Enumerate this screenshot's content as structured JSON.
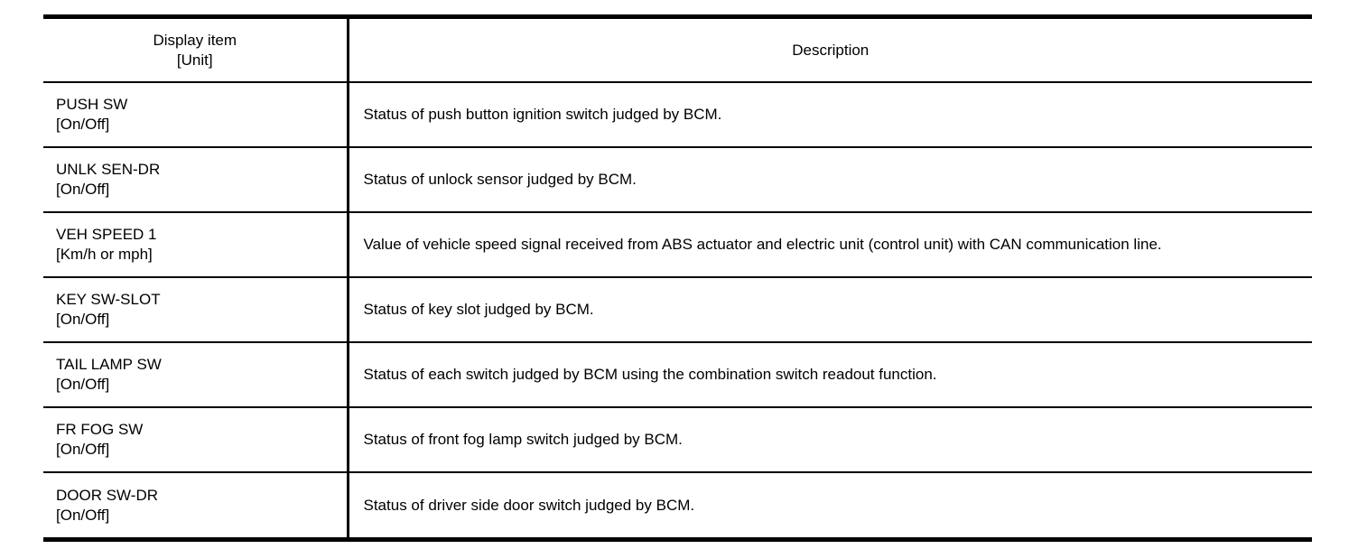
{
  "table": {
    "header": {
      "display_item_line1": "Display item",
      "display_item_line2": "[Unit]",
      "description": "Description"
    },
    "rows": [
      {
        "item": "PUSH SW",
        "unit": "[On/Off]",
        "description": "Status of push button ignition switch judged by BCM."
      },
      {
        "item": "UNLK SEN-DR",
        "unit": "[On/Off]",
        "description": "Status of unlock sensor judged by BCM."
      },
      {
        "item": "VEH SPEED 1",
        "unit": "[Km/h or mph]",
        "description": "Value of vehicle speed signal received from ABS actuator and electric unit (control unit) with CAN communication line."
      },
      {
        "item": "KEY SW-SLOT",
        "unit": "[On/Off]",
        "description": "Status of key slot judged by BCM."
      },
      {
        "item": "TAIL LAMP SW",
        "unit": "[On/Off]",
        "description": "Status of each switch judged by BCM using the combination switch readout function."
      },
      {
        "item": "FR FOG SW",
        "unit": "[On/Off]",
        "description": "Status of front fog lamp switch judged by BCM."
      },
      {
        "item": "DOOR SW-DR",
        "unit": "[On/Off]",
        "description": "Status of driver side door switch judged by BCM."
      }
    ],
    "colors": {
      "border": "#000000",
      "text": "#000000",
      "background": "#ffffff"
    }
  }
}
